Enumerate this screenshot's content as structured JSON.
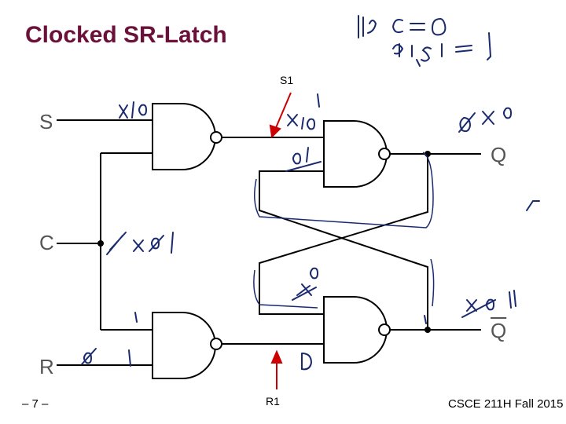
{
  "title": "Clocked SR-Latch",
  "inputs": {
    "s": "S",
    "c": "C",
    "r": "R"
  },
  "outputs": {
    "q": "Q",
    "qbar": "Q"
  },
  "markers": {
    "s1": "S1",
    "r1": "R1"
  },
  "footer": {
    "page": "– 7 –",
    "course": "CSCE 211H Fall 2015"
  },
  "colors": {
    "title": "#6b1039",
    "arrow": "#cc0000",
    "ink": "#1a2a6e",
    "wire": "#000000",
    "label": "#555555"
  }
}
